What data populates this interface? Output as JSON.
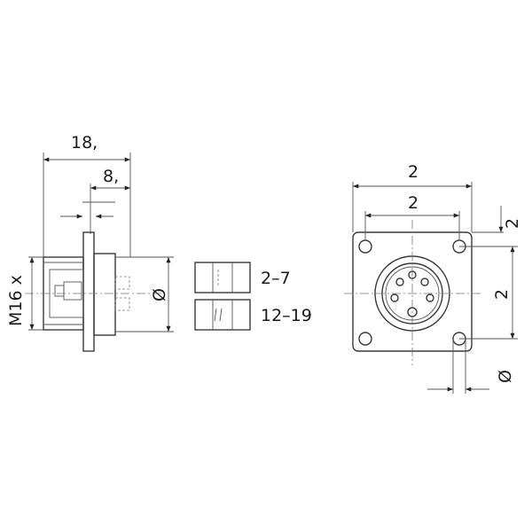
{
  "side_view": {
    "dim_overall": "18,",
    "dim_flange": "8,",
    "thread_label": "M16 x",
    "diameter_symbol": "Ø"
  },
  "legend": {
    "range_short": "2–7",
    "range_long": "12–19"
  },
  "front_view": {
    "dim_width_outer": "2",
    "dim_width_inner": "2",
    "dim_height_outer": "2",
    "dim_height_inner": "2",
    "hole_diameter_symbol": "Ø"
  },
  "colors": {
    "line": "#3a3a3a",
    "text": "#1a1a1a",
    "background": "#ffffff"
  }
}
